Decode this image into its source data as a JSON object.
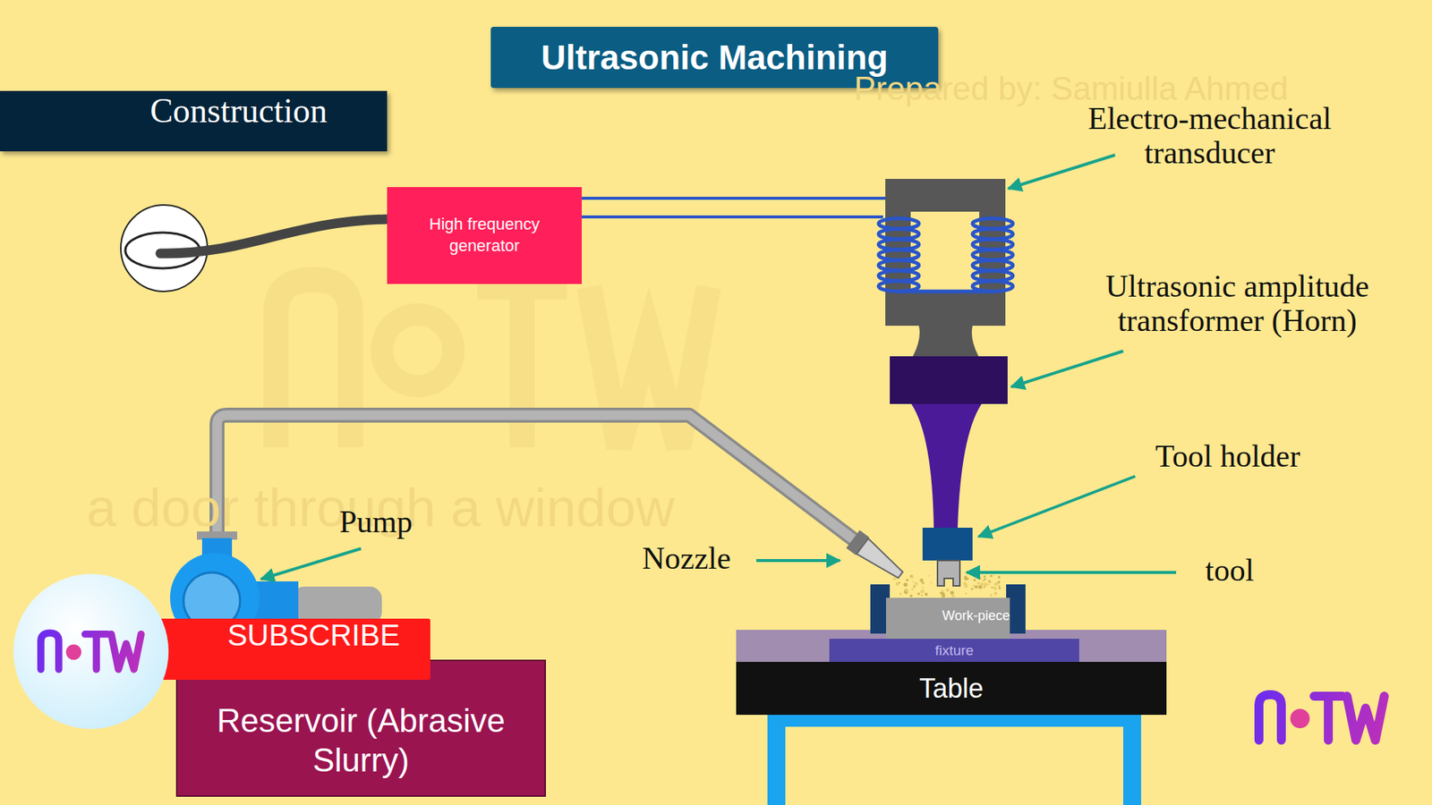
{
  "diagram": {
    "title": "Ultrasonic Machining",
    "nodes": [
      {
        "text": [
          "Construction"
        ]
      },
      {
        "text": [
          "High frequency generator"
        ]
      },
      {
        "text": [
          "SUBSCRIBE"
        ]
      },
      {
        "text": [
          "Reservoir (Abrasive Slurry)"
        ]
      },
      {
        "text": [
          "Work-piece"
        ]
      },
      {
        "text": [
          "fixture"
        ]
      },
      {
        "text": [
          "Table"
        ]
      }
    ],
    "labels": [
      "Prepared by: Samiulla Ahmed",
      "Electro-mechanical transducer",
      "Ultrasonic amplitude transformer (Horn)",
      "Tool holder",
      "a door through a window",
      "Pump",
      "Nozzle",
      "tool"
    ]
  }
}
